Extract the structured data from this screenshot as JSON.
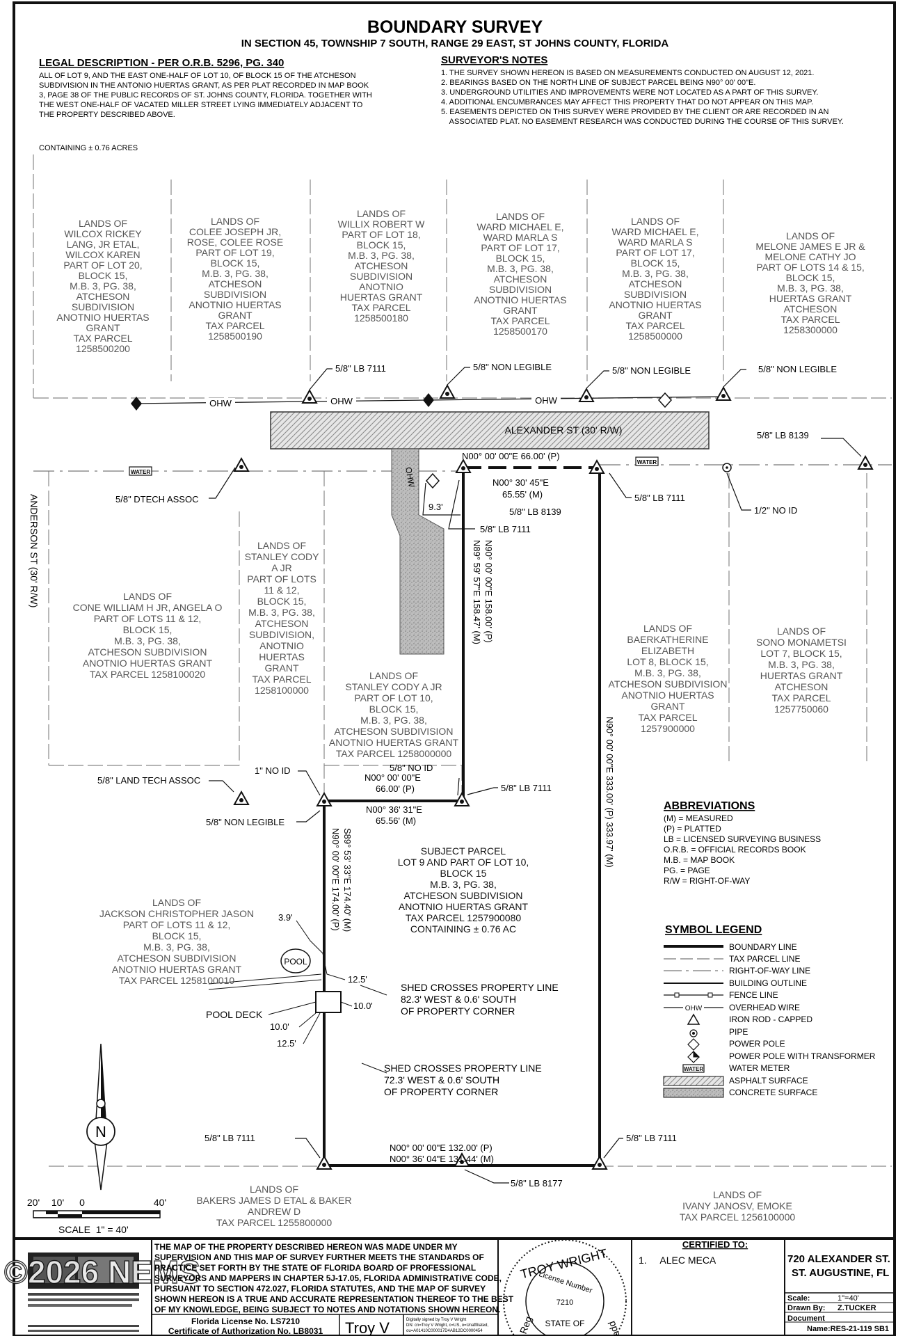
{
  "header": {
    "title": "BOUNDARY SURVEY",
    "subtitle": "IN SECTION 45, TOWNSHIP 7 SOUTH, RANGE 29  EAST, ST JOHNS COUNTY, FLORIDA"
  },
  "legal": {
    "heading": "LEGAL DESCRIPTION - PER O.R.B. 5296, PG. 340",
    "lines": [
      "ALL OF LOT 9, AND THE EAST ONE-HALF OF LOT 10, OF BLOCK 15 OF THE ATCHESON",
      "SUBDIVISION IN THE ANTONIO HUERTAS GRANT, AS PER PLAT RECORDED IN MAP BOOK",
      "3, PAGE 38 OF THE PUBLIC RECORDS OF ST. JOHNS COUNTY, FLORIDA. TOGETHER WITH",
      "THE WEST ONE-HALF OF VACATED MILLER STREET LYING IMMEDIATELY ADJACENT TO",
      "THE PROPERTY DESCRIBED ABOVE."
    ],
    "containing": "CONTAINING ± 0.76 ACRES"
  },
  "notes": {
    "heading": "SURVEYOR'S NOTES",
    "lines": [
      "1. THE SURVEY SHOWN HEREON IS BASED ON MEASUREMENTS CONDUCTED ON AUGUST 12, 2021.",
      "2. BEARINGS BASED ON THE NORTH LINE OF SUBJECT PARCEL BEING N90° 00' 00\"E.",
      "3. UNDERGROUND UTILITIES AND IMPROVEMENTS WERE NOT LOCATED AS A PART OF THIS SURVEY.",
      "4. ADDITIONAL ENCUMBRANCES MAY AFFECT THIS PROPERTY THAT DO NOT APPEAR ON THIS MAP.",
      "5. EASEMENTS DEPICTED ON THIS SURVEY WERE PROVIDED BY THE CLIENT OR ARE RECORDED IN AN",
      "    ASSOCIATED PLAT. NO EASEMENT RESEARCH WAS CONDUCTED DURING THE COURSE OF THIS SURVEY."
    ]
  },
  "parcels": {
    "p1": [
      "LANDS OF",
      "WILCOX RICKEY",
      "LANG, JR ETAL,",
      "WILCOX KAREN",
      "PART OF LOT 20,",
      "BLOCK 15,",
      "M.B. 3, PG. 38,",
      "ATCHESON",
      "SUBDIVISION",
      "ANOTNIO HUERTAS",
      "GRANT",
      "TAX PARCEL",
      "1258500200"
    ],
    "p2": [
      "LANDS OF",
      "COLEE JOSEPH JR,",
      "ROSE, COLEE ROSE",
      "PART OF LOT 19,",
      "BLOCK 15,",
      "M.B. 3, PG. 38,",
      "ATCHESON",
      "SUBDIVISION",
      "ANOTNIO HUERTAS",
      "GRANT",
      "TAX PARCEL",
      "1258500190"
    ],
    "p3": [
      "LANDS OF",
      "WILLIX ROBERT W",
      "PART OF LOT 18,",
      "BLOCK 15,",
      "M.B. 3, PG. 38,",
      "ATCHESON",
      "SUBDIVISION",
      "ANOTNIO",
      "HUERTAS GRANT",
      "TAX PARCEL",
      "1258500180"
    ],
    "p4": [
      "LANDS OF",
      "WARD MICHAEL E,",
      "WARD MARLA S",
      "PART OF LOT 17,",
      "BLOCK 15,",
      "M.B. 3, PG. 38,",
      "ATCHESON",
      "SUBDIVISION",
      "ANOTNIO HUERTAS",
      "GRANT",
      "TAX PARCEL",
      "1258500170"
    ],
    "p5": [
      "LANDS OF",
      "WARD MICHAEL E,",
      "WARD MARLA S",
      "PART OF LOT 17,",
      "BLOCK 15,",
      "M.B. 3, PG. 38,",
      "ATCHESON",
      "SUBDIVISION",
      "ANOTNIO HUERTAS",
      "GRANT",
      "TAX PARCEL",
      "1258500000"
    ],
    "p6": [
      "LANDS OF",
      "MELONE JAMES E JR &",
      "MELONE CATHY JO",
      "PART OF LOTS 14 & 15,",
      "BLOCK 15,",
      "M.B. 3, PG. 38,",
      "HUERTAS GRANT",
      "ATCHESON",
      "TAX PARCEL",
      "1258300000"
    ],
    "p7": [
      "LANDS OF",
      "CONE WILLIAM H JR, ANGELA O",
      "PART OF LOTS 11 & 12,",
      "BLOCK 15,",
      "M.B. 3, PG. 38,",
      "ATCHESON SUBDIVISION",
      "ANOTNIO HUERTAS GRANT",
      "TAX PARCEL 1258100020"
    ],
    "p8": [
      "LANDS OF",
      "STANLEY CODY",
      "A JR",
      "PART OF LOTS",
      "11 & 12,",
      "BLOCK 15,",
      "M.B. 3, PG. 38,",
      "ATCHESON",
      "SUBDIVISION,",
      "ANOTNIO",
      "HUERTAS",
      "GRANT",
      "TAX PARCEL",
      "1258100000"
    ],
    "p9": [
      "LANDS OF",
      "STANLEY CODY A JR",
      "PART OF LOT 10,",
      "BLOCK 15,",
      "M.B. 3, PG. 38,",
      "ATCHESON SUBDIVISION",
      "ANOTNIO HUERTAS GRANT",
      "TAX PARCEL 1258000000"
    ],
    "p10": [
      "LANDS OF",
      "BAERKATHERINE",
      "ELIZABETH",
      "LOT 8, BLOCK 15,",
      "M.B. 3, PG. 38,",
      "ATCHESON SUBDIVISION",
      "ANOTNIO HUERTAS",
      "GRANT",
      "TAX PARCEL",
      "1257900000"
    ],
    "p11": [
      "LANDS OF",
      "SONO MONAMETSI",
      "LOT 7, BLOCK 15,",
      "M.B. 3, PG. 38,",
      "HUERTAS GRANT",
      "ATCHESON",
      "TAX PARCEL",
      "1257750060"
    ],
    "p12": [
      "LANDS OF",
      "JACKSON CHRISTOPHER JASON",
      "PART OF LOTS 11 & 12,",
      "BLOCK 15,",
      "M.B. 3, PG. 38,",
      "ATCHESON SUBDIVISION",
      "ANOTNIO HUERTAS GRANT",
      "TAX PARCEL 1258100010"
    ],
    "p13": [
      "LANDS OF",
      "BAKERS JAMES D ETAL & BAKER",
      "ANDREW D",
      "TAX PARCEL 1255800000"
    ],
    "p14": [
      "LANDS OF",
      "IVANY JANOSV, EMOKE",
      "TAX PARCEL 1256100000"
    ]
  },
  "subject": [
    "SUBJECT PARCEL",
    "LOT 9 AND PART OF LOT 10,",
    "BLOCK 15",
    "M.B. 3, PG. 38,",
    "ATCHESON SUBDIVISION",
    "ANOTNIO HUERTAS GRANT",
    "TAX PARCEL 1257900080",
    "CONTAINING ± 0.76 AC"
  ],
  "streets": {
    "alexander": "ALEXANDER ST (30' R/W)",
    "anderson": "ANDERSON ST (30' R/W)",
    "ohw": "OHW",
    "water": "WATER"
  },
  "monuments": {
    "lb7111": "5/8\" LB 7111",
    "non_legible": "5/8\" NON LEGIBLE",
    "lb8139": "5/8\" LB 8139",
    "dtech": "5/8\" DTECH ASSOC",
    "no_id_half": "1/2\" NO ID",
    "land_tech": "5/8\" LAND TECH ASSOC",
    "no_id_1": "1\" NO ID",
    "no_id_58": "5/8\" NO ID",
    "lb8177": "5/8\" LB 8177"
  },
  "calls": {
    "north_p": "N00° 00' 00\"E  66.00' (P)",
    "north_m1": "N00° 30' 45\"E",
    "north_m2": "65.55' (M)",
    "west1_a": "N90° 00' 00\"E  158.00' (P)",
    "west1_b": "N89° 59' 57\"E  158.47' (M)",
    "mid_p1": "N00° 00' 00\"E",
    "mid_p2": "66.00' (P)",
    "mid_m1": "N00° 36' 31\"E",
    "mid_m2": "65.56' (M)",
    "west2_a": "N90° 00' 00\"E  174.00' (P)",
    "west2_b": "S89° 53' 33\"E  174.40' (M)",
    "east": "N90° 00' 00\"E  333.00' (P)  333.97' (M)",
    "south_p": "N00° 00' 00\"E  132.00' (P)",
    "south_m": "N00° 36' 04\"E  131.44' (M)",
    "d93": "9.3'",
    "d39": "3.9'",
    "d125": "12.5'",
    "d100": "10.0'"
  },
  "features": {
    "pool": "POOL",
    "pool_deck": "POOL DECK",
    "shed1": [
      "SHED CROSSES PROPERTY LINE",
      "82.3' WEST & 0.6' SOUTH",
      "OF PROPERTY CORNER"
    ],
    "shed2": [
      "SHED CROSSES PROPERTY LINE",
      "72.3' WEST & 0.6' SOUTH",
      "OF PROPERTY CORNER"
    ]
  },
  "abbreviations": {
    "heading": "ABBREVIATIONS",
    "items": [
      "(M) = MEASURED",
      "(P) = PLATTED",
      "LB = LICENSED SURVEYING BUSINESS",
      "O.R.B. = OFFICIAL RECORDS BOOK",
      "M.B. = MAP BOOK",
      "PG. = PAGE",
      "R/W = RIGHT-OF-WAY"
    ]
  },
  "legend": {
    "heading": "SYMBOL LEGEND",
    "items": [
      "BOUNDARY LINE",
      "TAX PARCEL LINE",
      "RIGHT-OF-WAY LINE",
      "BUILDING OUTLINE",
      "FENCE LINE",
      "OVERHEAD WIRE",
      "IRON ROD - CAPPED",
      "PIPE",
      "POWER POLE",
      "POWER POLE WITH TRANSFORMER",
      "WATER METER",
      "ASPHALT SURFACE",
      "CONCRETE SURFACE"
    ]
  },
  "scale": {
    "ticks": [
      "20'",
      "10'",
      "0",
      "40'"
    ],
    "label": "SCALE  1\" = 40'",
    "north": "N"
  },
  "titleblock": {
    "cert_lines": [
      "THE MAP OF THE PROPERTY DESCRIBED HEREON WAS MADE UNDER MY",
      "SUPERVISION AND THIS MAP OF SURVEY FURTHER MEETS THE STANDARDS OF",
      "PRACTICE SET FORTH BY THE STATE OF FLORIDA BOARD OF PROFESSIONAL",
      "SURVEYORS AND MAPPERS IN CHAPTER 5J-17.05, FLORIDA ADMINISTRATIVE CODE,",
      "PURSUANT TO SECTION 472.027, FLORIDA STATUTES, AND THE MAP OF SURVEY",
      "SHOWN HEREON IS A TRUE AND ACCURATE REPRESENTATION THEREOF TO THE BEST",
      "OF MY KNOWLEDGE, BEING SUBJECT TO NOTES AND NOTATIONS SHOWN HEREON."
    ],
    "license": "Florida License No. LS7210",
    "authorization": "Certificate of Authorization No. LB8031",
    "signature": "Troy V",
    "digital_sig": [
      "Digitally signed by Troy V Wright",
      "DN: cn=Troy V Wright, c=US, o=Unaffiliated,",
      "ou=A01410C000017D4AB12DC0000454"
    ],
    "seal_name": "TROY WRIGHT",
    "seal_license": "License Number",
    "seal_number": "7210",
    "seal_state": "STATE OF",
    "seal_left": "Reg",
    "seal_right": "pper",
    "certified_heading": "CERTIFIED TO:",
    "certified_item": "1.     ALEC MECA",
    "address1": "720 ALEXANDER ST.",
    "address2": "ST. AUGUSTINE, FL",
    "scale_label": "Scale:",
    "scale_value": "1\"=40'",
    "drawn_label": "Drawn By:",
    "drawn_value": "Z.TUCKER",
    "document_label": "Document",
    "name_label": "Name:RES-21-119 SB1",
    "watermark": "©2026 NEMS"
  }
}
